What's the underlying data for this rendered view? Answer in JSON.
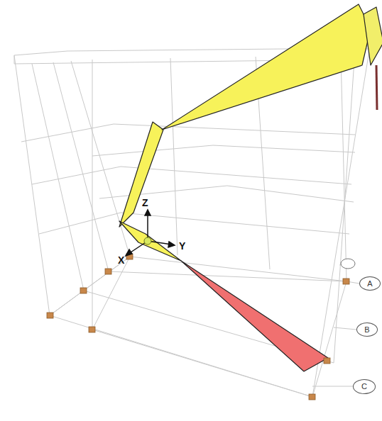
{
  "diagram": {
    "nodes": [
      {
        "text": [
          "A"
        ]
      },
      {
        "text": [
          "B"
        ]
      },
      {
        "text": [
          "C"
        ]
      }
    ],
    "labels": [
      "Z",
      "X",
      "Y"
    ]
  }
}
